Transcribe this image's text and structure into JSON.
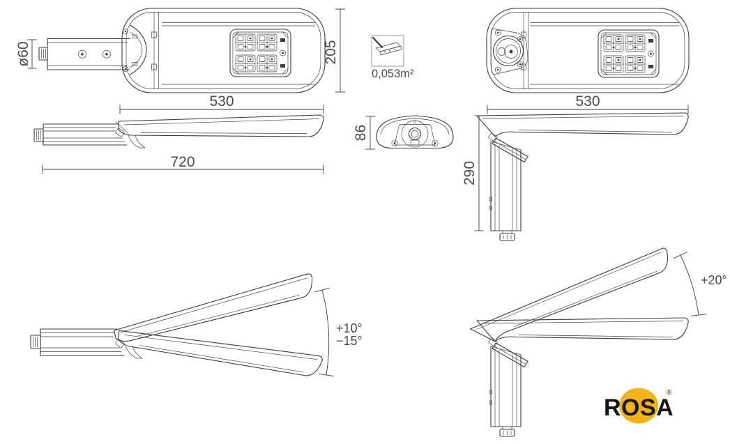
{
  "colors": {
    "background": "#ffffff",
    "line": "#3c3c3c",
    "dim_text": "#4a4a4a",
    "logo_circle": "#f2b319",
    "logo_text": "#161616"
  },
  "dimensions": {
    "spigot_diameter": "ø60",
    "housing_width": "205",
    "housing_length_side_entry": "530",
    "overall_length_side_entry": "720",
    "windage_area": "0,053m²",
    "housing_height": "86",
    "housing_length_post_top": "530",
    "overall_height_post_top": "290"
  },
  "tilt_angles": {
    "side_entry_up": "+10°",
    "side_entry_down": "−15°",
    "post_top_up": "+20°"
  },
  "logo": {
    "text": "ROSA",
    "registered_mark": "®"
  }
}
